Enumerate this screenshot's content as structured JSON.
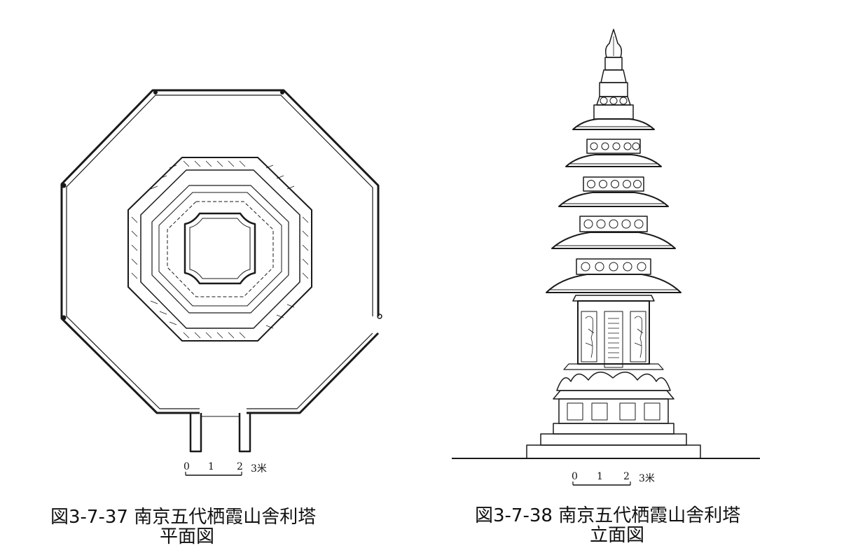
{
  "figures": [
    {
      "id": "3-7-37",
      "caption_line1": "図3-7-37  南京五代栖霞山舎利塔",
      "caption_line2": "平面図",
      "scale": {
        "labels": [
          "0",
          "1",
          "2",
          "3米"
        ]
      }
    },
    {
      "id": "3-7-38",
      "caption_line1": "図3-7-38  南京五代栖霞山舎利塔",
      "caption_line2": "立面図",
      "scale": {
        "labels": [
          "0",
          "1",
          "2",
          "3米"
        ]
      }
    }
  ]
}
